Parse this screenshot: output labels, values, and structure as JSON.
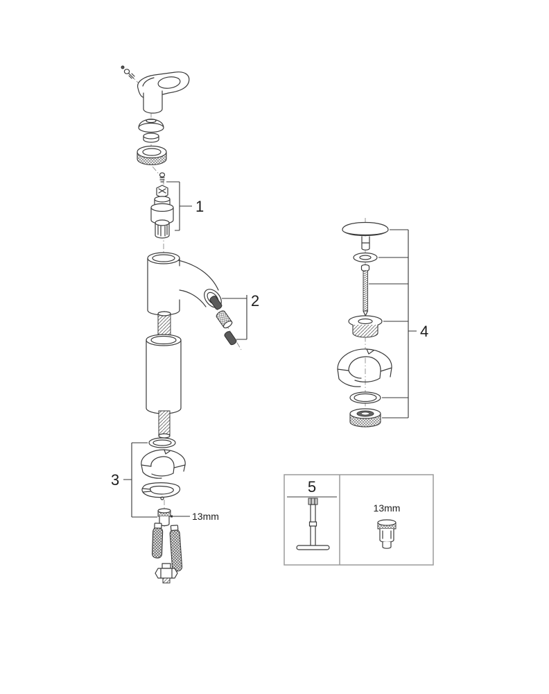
{
  "diagram": {
    "type": "exploded-parts-diagram",
    "background": "#ffffff",
    "line_color": "#3a3a3a",
    "callouts": {
      "one": "1",
      "two": "2",
      "three": "3",
      "four": "4",
      "five": "5"
    },
    "annotations": {
      "wrench_size_inline": "13mm",
      "wrench_size_box": "13mm"
    }
  }
}
